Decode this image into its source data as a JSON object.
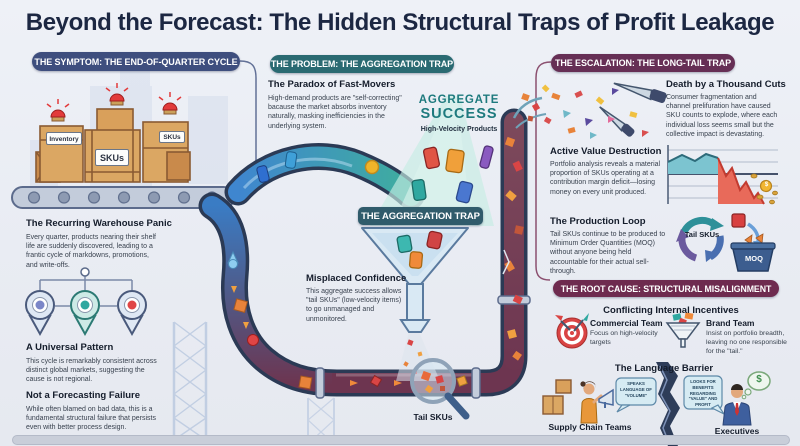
{
  "title": "Beyond the Forecast: The Hidden Structural Traps of Profit Leakage",
  "colors": {
    "header_navy": "#3e4e7e",
    "header_teal": "#2a6a72",
    "header_plum": "#662f55",
    "header_maroon": "#6e2b4f",
    "accent_teal": "#1e7a7e",
    "pipe_blue": "#3f86cf",
    "pipe_maroon": "#6d3550",
    "alarm_red": "#e23b3b"
  },
  "symptom": {
    "header": "THE SYMPTOM: THE END-OF-QUARTER CYCLE",
    "box_labels": [
      "Inventory",
      "SKUs",
      "SKUs"
    ],
    "panic": {
      "heading": "The Recurring Warehouse Panic",
      "body": "Every quarter, products nearing their shelf life are suddenly discovered, leading to a frantic cycle of markdowns, promotions, and write-offs."
    },
    "pattern": {
      "heading": "A Universal Pattern",
      "body": "This cycle is remarkably consistent across distinct global markets, suggesting the cause is not regional."
    },
    "forecasting": {
      "heading": "Not a Forecasting Failure",
      "body": "While often blamed on bad data, this is a fundamental structural failure that persists even with better process design."
    }
  },
  "problem": {
    "header": "THE PROBLEM: THE AGGREGATION TRAP",
    "paradox": {
      "heading": "The Paradox of Fast-Movers",
      "body": "High-demand products are \"self-correcting\" bacause the market absorbs inventory naturally, masking inefficiencies in the underlying system."
    },
    "aggregate_line1": "AGGREGATE",
    "aggregate_line2": "SUCCESS",
    "high_velocity": "High-Velocity Products",
    "trap_label": "THE AGGREGATION TRAP",
    "misplaced": {
      "heading": "Misplaced Confidence",
      "body": "This aggregate success allows \"tail SKUs\" (low-velocity items) to go unmanaged and unmonitored."
    },
    "tail_label": "Tail SKUs"
  },
  "escalation": {
    "header": "THE ESCALATION: THE LONG-TAIL TRAP",
    "death": {
      "heading": "Death by a Thousand Cuts",
      "body": "Consumer fragmentation and channel prelifuration have caused SKU counts to explode, where each individual loss seems small but the collective impact is devastating."
    },
    "destruction": {
      "heading": "Active Value Destruction",
      "body": "Portfolio analysis reveals a material proportion of SKUs operating at a contribution margin deficit—losing money on every unit produced."
    },
    "production": {
      "heading": "The Production Loop",
      "body": "Tail SKUs continue to be produced to Minimum Order Quantities (MOQ) without anyone being held accountable for their actual sell-through."
    },
    "loop_center": "Tail SKUs",
    "bin_label": "MOQ",
    "coin_symbol": "$"
  },
  "root": {
    "header": "THE ROOT CAUSE: STRUCTURAL MISALIGNMENT",
    "incentives_heading": "Conflicting Internal Incentives",
    "commercial": {
      "heading": "Commercial Team",
      "body": "Focus on high-velocity targets"
    },
    "brand": {
      "heading": "Brand Team",
      "body": "Insist on portfolio breadth, leaving no one responsible for the \"tail.\""
    },
    "language_heading": "The Language Barrier",
    "supply_bubble": "SPEAKS LANGUAGE OF \"VOLUME\"",
    "exec_bubble": "LOOKS FOR BENEFITS REGARDING \"VALUE\" AND PROFIT",
    "supply_label": "Supply Chain Teams",
    "exec_label": "Executives",
    "dollar_symbol": "$"
  }
}
